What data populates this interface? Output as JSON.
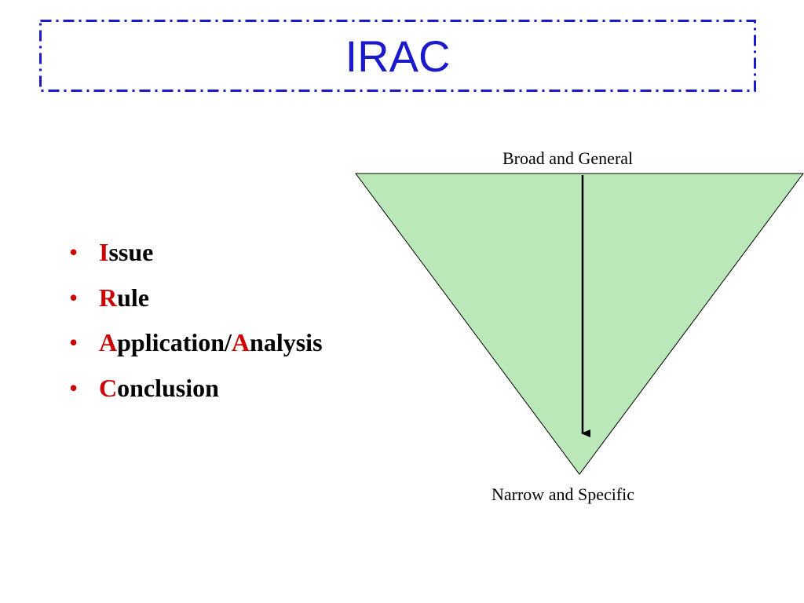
{
  "title": "IRAC",
  "bullets": [
    {
      "initial": "I",
      "rest": "ssue"
    },
    {
      "initial": "R",
      "rest": "ule"
    },
    {
      "initial": "A",
      "rest": "pplication/",
      "initial2": "A",
      "rest2": "nalysis"
    },
    {
      "initial": "C",
      "rest": "onclusion"
    }
  ],
  "diagram": {
    "top_label": "Broad and General",
    "bottom_label": "Narrow and Specific",
    "fill_color": "#bbe8b8",
    "accent_color": "#cc0000",
    "title_color": "#1a1acc"
  }
}
